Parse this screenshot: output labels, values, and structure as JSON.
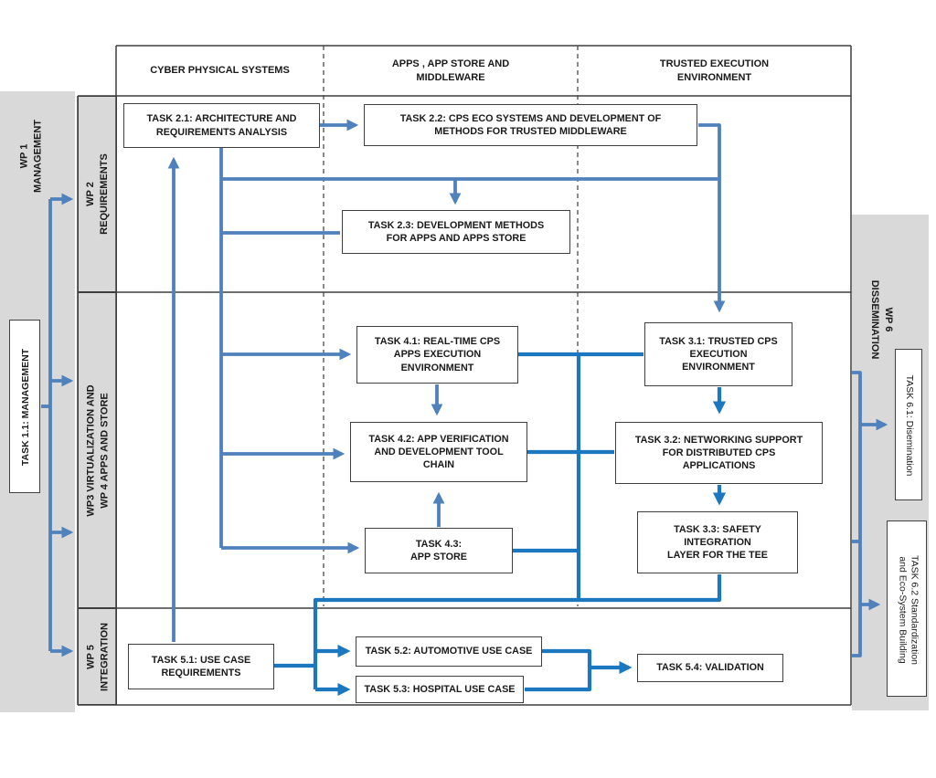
{
  "headers": {
    "col1": "CYBER PHYSICAL SYSTEMS",
    "col2": "APPS , APP STORE AND MIDDLEWARE",
    "col3": "TRUSTED EXECUTION ENVIRONMENT"
  },
  "wp_labels": {
    "wp1": [
      "WP 1",
      "MANAGEMENT"
    ],
    "wp2": [
      "WP 2",
      "REQUIREMENTS"
    ],
    "wp34": [
      "WP3 VIRTUALIZATION AND",
      "WP 4 APPS AND  STORE"
    ],
    "wp5": [
      "WP 5",
      "INTEGRATION"
    ],
    "wp6": [
      "WP 6",
      "DISSEMINATION"
    ]
  },
  "tasks": {
    "t11": {
      "lines": [
        "TASK 1.1: MANAGEMENT"
      ]
    },
    "t21": {
      "lines": [
        "TASK 2.1: ARCHITECTURE AND",
        "REQUIREMENTS ANALYSIS"
      ]
    },
    "t22": {
      "lines": [
        "TASK 2.2: CPS ECO SYSTEMS  AND DEVELOPMENT OF",
        "METHODS FOR TRUSTED MIDDLEWARE"
      ]
    },
    "t23": {
      "lines": [
        "TASK 2.3: DEVELOPMENT METHODS",
        "FOR APPS AND APPS STORE"
      ]
    },
    "t41": {
      "lines": [
        "TASK 4.1: REAL-TIME CPS",
        "APPS  EXECUTION",
        "ENVIRONMENT"
      ]
    },
    "t31": {
      "lines": [
        "TASK 3.1: TRUSTED CPS",
        "EXECUTION",
        "ENVIRONMENT"
      ]
    },
    "t42": {
      "lines": [
        "TASK 4.2: APP VERIFICATION",
        "AND DEVELOPMENT TOOL",
        "CHAIN"
      ]
    },
    "t32": {
      "lines": [
        "TASK 3.2: NETWORKING SUPPORT",
        "FOR DISTRIBUTED CPS",
        "APPLICATIONS"
      ]
    },
    "t43": {
      "lines": [
        "TASK 4.3:",
        "APP STORE"
      ]
    },
    "t33": {
      "lines": [
        "TASK 3.3: SAFETY",
        "INTEGRATION",
        "LAYER FOR THE TEE"
      ]
    },
    "t51": {
      "lines": [
        "TASK 5.1: USE CASE",
        "REQUIREMENTS"
      ]
    },
    "t52": {
      "lines": [
        "TASK 5.2: AUTOMOTIVE USE CASE"
      ]
    },
    "t53": {
      "lines": [
        "TASK 5.3: HOSPITAL USE CASE"
      ]
    },
    "t54": {
      "lines": [
        "TASK 5.4: VALIDATION"
      ]
    },
    "t61": {
      "lines": [
        "TASK 6.1: Disemination"
      ]
    },
    "t62": {
      "lines": [
        "TASK 6.2 Standardization",
        "and Eco-System Building"
      ]
    }
  },
  "colors": {
    "connector_steel": "#4f81bd",
    "connector_bright": "#1b77c0",
    "panel_gray": "#d9d9d9",
    "border_dark": "#3f3f3f"
  }
}
